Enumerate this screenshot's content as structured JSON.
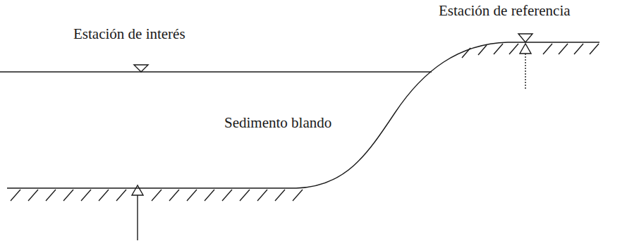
{
  "diagram": {
    "labels": [
      "Estación de interés",
      "Sedimento blando",
      "Estación de referencia"
    ]
  }
}
